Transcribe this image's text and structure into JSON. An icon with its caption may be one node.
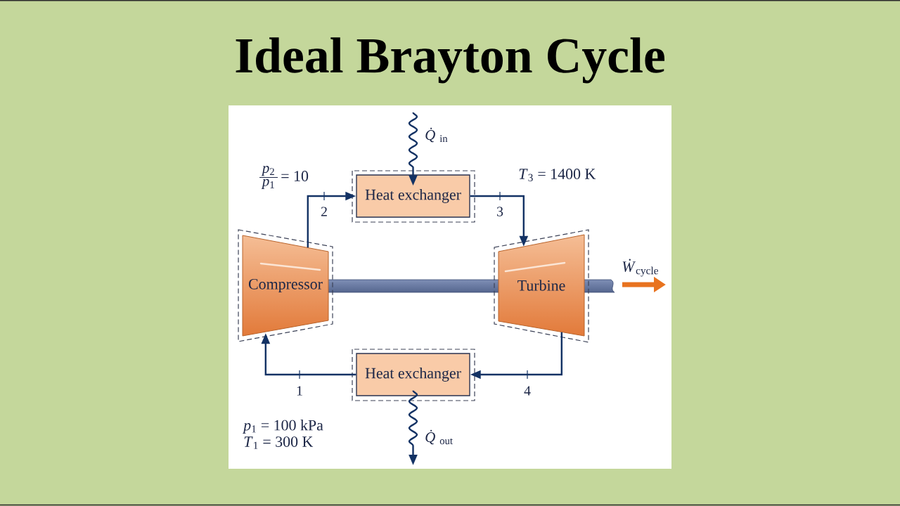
{
  "diagram": {
    "title": "Ideal Brayton Cycle",
    "nodes": [
      {
        "text": [
          "Heat exchanger"
        ]
      },
      {
        "text": [
          "Compressor"
        ]
      },
      {
        "text": [
          "Turbine"
        ]
      },
      {
        "text": [
          "Heat exchanger"
        ]
      }
    ],
    "edges": [
      {
        "from": 1,
        "to": 0,
        "arrow": "to",
        "label": "2"
      },
      {
        "from": 0,
        "to": 2,
        "arrow": "to",
        "label": "3"
      },
      {
        "from": 2,
        "to": 3,
        "arrow": "to",
        "label": "4"
      },
      {
        "from": 3,
        "to": 1,
        "arrow": "to",
        "label": "1"
      },
      {
        "from": null,
        "to": 0,
        "arrow": "to",
        "label": "*Q̇*$_{in}$"
      },
      {
        "from": 3,
        "to": null,
        "arrow": "to",
        "label": "*Q̇*$_{out}$"
      }
    ],
    "labels": [
      "*p*$_{2}$",
      "*p*$_{1}$",
      "= 10",
      "*T*$_{3}$ = 1400 K",
      "*Ẇ*$_{cycle}$",
      "*p*$_{1}$ = 100 kPa",
      "*T*$_{1}$ = 300 K"
    ]
  }
}
